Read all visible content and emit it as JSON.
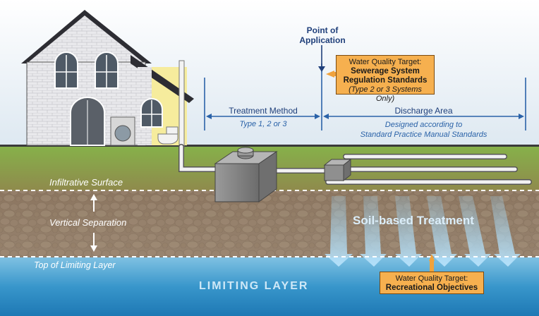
{
  "labels": {
    "point_of_application": [
      "Point of",
      "Application"
    ],
    "treatment_method": "Treatment Method",
    "treatment_types": "Type 1, 2 or 3",
    "discharge_area": "Discharge Area",
    "discharge_note": [
      "Designed according to",
      "Standard Practice Manual Standards"
    ],
    "infiltrative_surface": "Infiltrative Surface",
    "vertical_separation": "Vertical Separation",
    "top_of_limiting_layer": "Top of Limiting Layer",
    "soil_based_treatment": "Soil-based Treatment",
    "limiting_layer": "LIMITING LAYER"
  },
  "targets": {
    "sewerage": {
      "heading": "Water Quality Target:",
      "line1": "Sewerage System",
      "line2": "Regulation Standards",
      "note": "(Type 2 or 3 Systems Only)"
    },
    "recreational": {
      "heading": "Water Quality Target:",
      "line1": "Recreational Objectives"
    }
  },
  "colors": {
    "sky": "#ffffff",
    "grass": "#7aa63a",
    "soil": "#8f7a64",
    "limiting_layer": "#2f8fc4",
    "target_box": "#f6b04f",
    "navy_text": "#1f3f7a",
    "blue_text": "#2a62a8"
  }
}
